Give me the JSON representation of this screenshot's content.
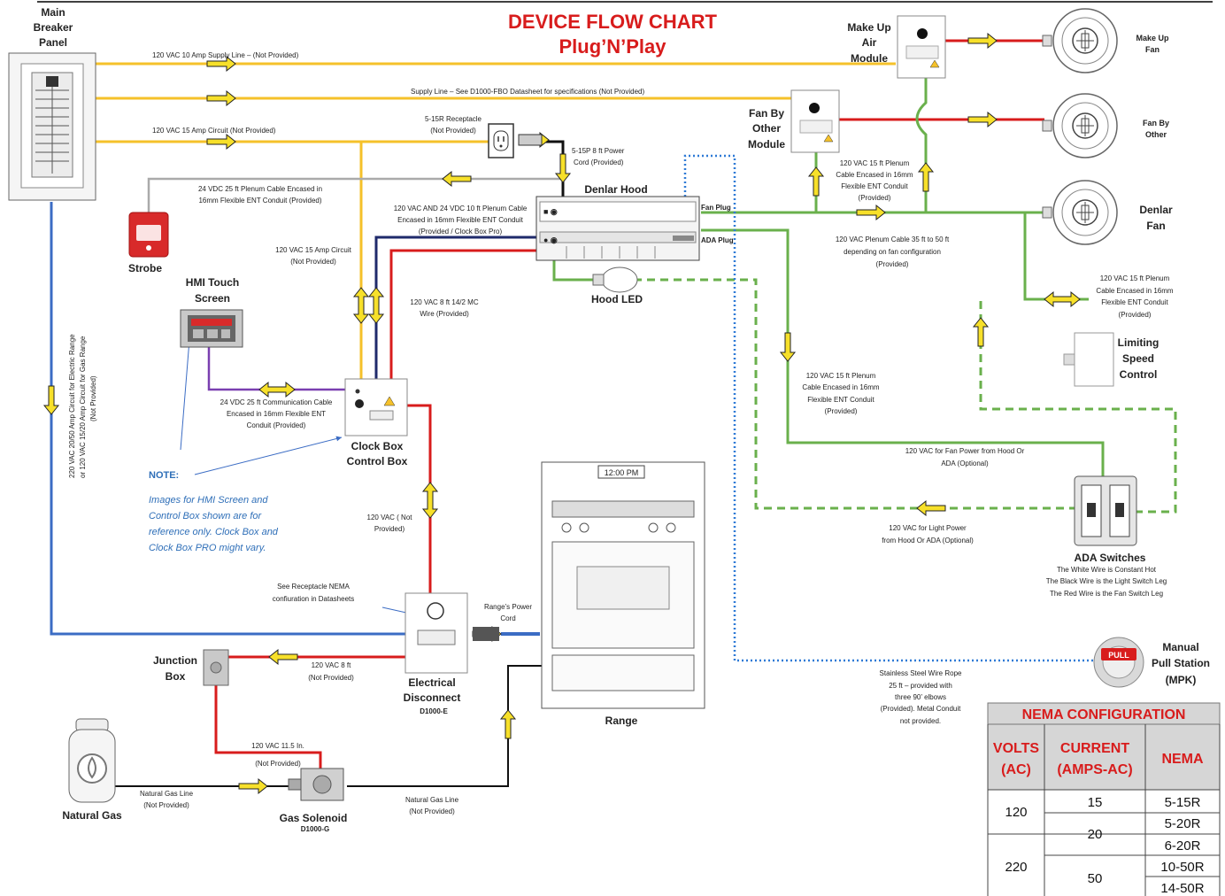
{
  "title": {
    "line1": "DEVICE FLOW CHART",
    "line2": "Plug’N’Play"
  },
  "components": {
    "main_breaker_panel": [
      "Main",
      "Breaker",
      "Panel"
    ],
    "make_up_air_module": [
      "Make Up",
      "Air",
      "Module"
    ],
    "make_up_fan": [
      "Make Up",
      "Fan"
    ],
    "fan_by_other_module": [
      "Fan By",
      "Other",
      "Module"
    ],
    "fan_by_other": [
      "Fan By",
      "Other"
    ],
    "denlar_fan": [
      "Denlar",
      "Fan"
    ],
    "denlar_hood": "Denlar  Hood",
    "fan_plug": "Fan Plug",
    "ada_plug": "ADA Plug",
    "strobe": "Strobe",
    "hmi_touch_screen": [
      "HMI Touch",
      "Screen"
    ],
    "hood_led": "Hood LED",
    "limiting_speed_control": [
      "Limiting",
      "Speed",
      "Control"
    ],
    "clock_box": [
      "Clock Box",
      "Control Box"
    ],
    "ada_switches": "ADA Switches",
    "manual_pull_station": [
      "Manual",
      "Pull Station",
      "(MPK)"
    ],
    "pull_label": "PULL",
    "junction_box": [
      "Junction",
      "Box"
    ],
    "electrical_disconnect": [
      "Electrical",
      "Disconnect",
      "D1000-E"
    ],
    "range": "Range",
    "range_clock": "12:00 PM",
    "natural_gas": "Natural Gas",
    "gas_solenoid": [
      "Gas Solenoid",
      "D1000-G"
    ]
  },
  "wire_labels": {
    "supply_10a": "120 VAC 10 Amp Supply Line – (Not Provided)",
    "supply_line": "Supply Line – See D1000-FBO Datasheet for specifications (Not Provided)",
    "circuit_15a": "120 VAC 15 Amp Circuit (Not Provided)",
    "receptacle": [
      "5-15R Receptacle",
      "(Not Provided)"
    ],
    "power_cord": [
      "5-15P 8 ft Power",
      "Cord (Provided)"
    ],
    "strobe_cable": [
      "24 VDC 25 ft Plenum Cable Encased in",
      "16mm Flexible ENT Conduit (Provided)"
    ],
    "hood_cable": [
      "120 VAC AND 24 VDC 10 ft Plenum Cable",
      "Encased in 16mm Flexible ENT Conduit",
      "(Provided / Clock Box Pro)"
    ],
    "circuit_15a_b": [
      "120 VAC 15 Amp Circuit",
      "(Not Provided)"
    ],
    "mc_wire": [
      "120 VAC 8 ft 14/2 MC",
      "Wire (Provided)"
    ],
    "comm_cable": [
      "24 VDC 25 ft Communication Cable",
      "Encased in 16mm Flexible ENT",
      "Conduit (Provided)"
    ],
    "fan_module_cable": [
      "120 VAC 15 ft Plenum",
      "Cable Encased in 16mm",
      "Flexible ENT Conduit",
      "(Provided)"
    ],
    "plenum_35_50": [
      "120 VAC Plenum Cable 35 ft to 50 ft",
      "depending on fan configuration",
      "(Provided)"
    ],
    "limit_cable": [
      "120 VAC 15 ft Plenum",
      "Cable Encased in 16mm",
      "Flexible ENT Conduit",
      "(Provided)"
    ],
    "hood_ada_cable": [
      "120 VAC 15 ft Plenum",
      "Cable Encased in 16mm",
      "Flexible ENT Conduit",
      "(Provided)"
    ],
    "fan_power_ada": [
      "120 VAC for Fan Power from Hood Or",
      "ADA (Optional)"
    ],
    "light_power_ada": [
      "120 VAC for Light Power",
      "from Hood Or ADA (Optional)"
    ],
    "range_feed": [
      "120 VAC ( Not",
      "Provided)"
    ],
    "range_circuit_vertical": [
      "220 VAC 20/50 Amp Circuit for Electric Range",
      "or 120 VAC 15/20 Amp Circuit for Gas Range",
      "(Not Provided)"
    ],
    "receptacle_nema": [
      "See Receptacle NEMA",
      "confiuration in Datasheets"
    ],
    "range_power_cord": [
      "Range’s Power",
      "Cord"
    ],
    "junction_wire": [
      "120 VAC 8 ft",
      "(Not Provided)"
    ],
    "solenoid_wire": [
      "120 VAC 11.5 In.",
      "(Not Provided)"
    ],
    "gas_line_in": [
      "Natural Gas Line",
      "(Not Provided)"
    ],
    "gas_line_out": [
      "Natural Gas Line",
      "(Not Provided)"
    ],
    "wire_rope": [
      "Stainless Steel Wire Rope",
      "25 ft – provided with",
      "three 90’ elbows",
      "(Provided). Metal Conduit",
      "not provided."
    ]
  },
  "ada_notes": [
    "The White Wire is Constant Hot",
    "The Black Wire  is the Light Switch  Leg",
    "The Red Wire  is the Fan Switch  Leg"
  ],
  "note": {
    "heading": "NOTE:",
    "lines": [
      "Images for HMI Screen and",
      "Control Box shown are for",
      "reference only. Clock Box and",
      "Clock Box PRO might vary."
    ]
  },
  "nema_table": {
    "title": "NEMA CONFIGURATION",
    "headers": {
      "volts": [
        "VOLTS",
        "(AC)"
      ],
      "current": [
        "CURRENT",
        "(AMPS-AC)"
      ],
      "nema": "NEMA"
    },
    "volts": [
      "120",
      "220"
    ],
    "currents": [
      "15",
      "20",
      "50"
    ],
    "nema": [
      "5-15R",
      "5-20R",
      "6-20R",
      "10-50R",
      "14-50R"
    ]
  },
  "colors": {
    "supply": "#f5c12a",
    "power": "#d81c1c",
    "signal": "#1f2a6b",
    "fan": "#6ab04c",
    "gas": "#111111",
    "comm": "#7a3fb0",
    "range_circuit": "#3b6cc4",
    "pull": "#2f7ad6"
  }
}
